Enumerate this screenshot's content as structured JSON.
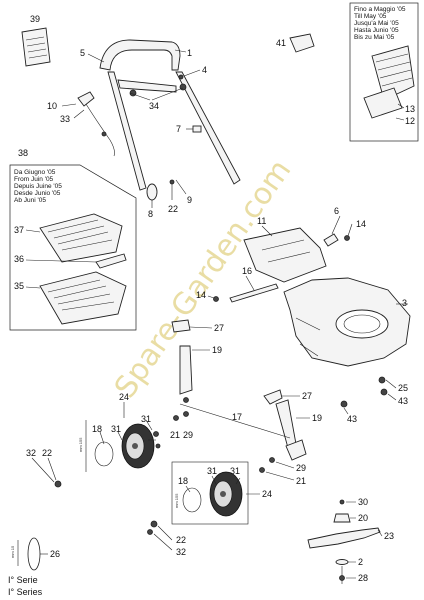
{
  "watermark": "Spare-Garden.com",
  "series": {
    "line1": "I° Serie",
    "line2": "I° Series"
  },
  "box_top_right": {
    "lines": [
      "Fino a Maggio '05",
      "Till May '05",
      "Jusqu'a Mai '05",
      "Hasta Junio '05",
      "Bis zu Mai '05"
    ]
  },
  "box_left": {
    "lines": [
      "Da Giugno '05",
      "From Juin '05",
      "Depuis Juine '05",
      "Desde Junio '05",
      "Ab Juni '05"
    ]
  },
  "dimension_labels": {
    "wheel_front": "mm 155",
    "wheel_rear": "mm 155",
    "blade_bolt": "mm 15"
  },
  "callouts": {
    "n39": "39",
    "n1": "1",
    "n5": "5",
    "n4": "4",
    "n41": "41",
    "n34": "34",
    "n10": "10",
    "n33": "33",
    "n7": "7",
    "n13": "13",
    "n12": "12",
    "n38": "38",
    "n8": "8",
    "n22a": "22",
    "n9": "9",
    "n11": "11",
    "n6": "6",
    "n14a": "14",
    "n37": "37",
    "n36": "36",
    "n35": "35",
    "n16": "16",
    "n14b": "14",
    "n3": "3",
    "n27a": "27",
    "n19a": "19",
    "n25": "25",
    "n43a": "43",
    "n27b": "27",
    "n17": "17",
    "n19b": "19",
    "n43b": "43",
    "n24a": "24",
    "n18a": "18",
    "n31a": "31",
    "n31b": "31",
    "n21a": "21",
    "n29a": "29",
    "n32a": "32",
    "n22b": "22",
    "n29b": "29",
    "n21b": "21",
    "n31c": "31",
    "n18b": "18",
    "n31d": "31",
    "n24b": "24",
    "n30": "30",
    "n20": "20",
    "n23": "23",
    "n22c": "22",
    "n32b": "32",
    "n26": "26",
    "n2": "2",
    "n28": "28"
  }
}
